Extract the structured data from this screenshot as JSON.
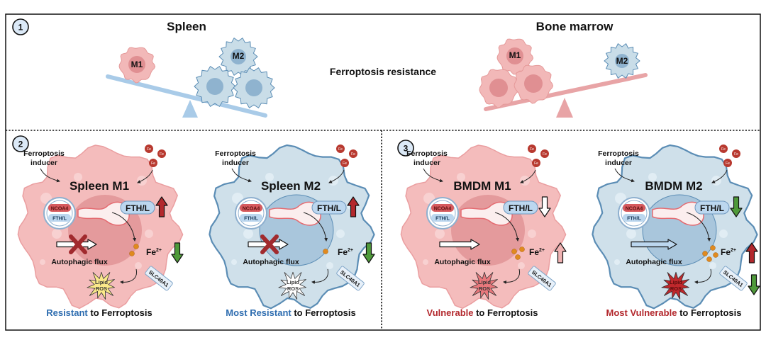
{
  "panel1": {
    "number": "1",
    "left_title": "Spleen",
    "right_title": "Bone marrow",
    "center_label": "Ferroptosis resistance",
    "left_cells": {
      "m1": "M1",
      "m2": "M2"
    },
    "right_cells": {
      "m1": "M1",
      "m2": "M2"
    }
  },
  "panel2": {
    "number": "2"
  },
  "panel3": {
    "number": "3"
  },
  "cells": [
    {
      "title": "Spleen M1",
      "type": "m1",
      "inducer": [
        "Ferroptosis",
        "inducer"
      ],
      "fe_label": "Fe",
      "ncoa4": "NCOA4",
      "fth_inner": "FTH/L",
      "fth_label": "FTH/L",
      "fth_trend": "up",
      "fth_trend_color": "red",
      "flux_label": "Autophagic flux",
      "flux_blocked": true,
      "flux_arrow": "white",
      "fe2_label": "Fe",
      "fe2_sup": "2+",
      "fe2_trend": "down",
      "fe2_trend_color": "green",
      "fe2_dots": 2,
      "slc": "SLC40A1",
      "slc_trend": null,
      "ros": [
        "Lipid",
        "ROS"
      ],
      "ros_style": "yellow",
      "verdict_emph": "Resistant",
      "verdict_rest": " to Ferroptosis",
      "verdict_color": "blue"
    },
    {
      "title": "Spleen M2",
      "type": "m2",
      "inducer": [
        "Ferroptosis",
        "inducer"
      ],
      "fe_label": "Fe",
      "ncoa4": "NCOA4",
      "fth_inner": "FTH/L",
      "fth_label": "FTH/L",
      "fth_trend": "up",
      "fth_trend_color": "red",
      "flux_label": "Autophagic flux",
      "flux_blocked": true,
      "flux_arrow": "white",
      "fe2_label": "Fe",
      "fe2_sup": "2+",
      "fe2_trend": "down",
      "fe2_trend_color": "green",
      "fe2_dots": 1,
      "slc": "SLC40A1",
      "slc_trend": null,
      "ros": [
        "Lipid",
        "ROS"
      ],
      "ros_style": "white",
      "verdict_emph": "Most Resistant",
      "verdict_rest": " to Ferroptosis",
      "verdict_color": "blue"
    },
    {
      "title": "BMDM M1",
      "type": "m1",
      "inducer": [
        "Ferroptosis",
        "inducer"
      ],
      "fe_label": "Fe",
      "ncoa4": "NCOA4",
      "fth_inner": "FTH/L",
      "fth_label": "FTH/L",
      "fth_trend": "down",
      "fth_trend_color": "white",
      "flux_label": "Autophagic flux",
      "flux_blocked": false,
      "flux_arrow": "white",
      "fe2_label": "Fe",
      "fe2_sup": "2+",
      "fe2_trend": "up",
      "fe2_trend_color": "pink",
      "fe2_dots": 3,
      "slc": "SLC40A1",
      "slc_trend": null,
      "ros": [
        "Lipid",
        "ROS"
      ],
      "ros_style": "pink",
      "verdict_emph": "Vulnerable",
      "verdict_rest": " to Ferroptosis",
      "verdict_color": "red"
    },
    {
      "title": "BMDM M2",
      "type": "m2",
      "inducer": [
        "Ferroptosis",
        "inducer"
      ],
      "fe_label": "Fe",
      "ncoa4": "NCOA4",
      "fth_inner": "FTH/L",
      "fth_label": "FTH/L",
      "fth_trend": "down",
      "fth_trend_color": "green",
      "flux_label": "Autophagic flux",
      "flux_blocked": false,
      "flux_arrow": "blue",
      "fe2_label": "Fe",
      "fe2_sup": "2+",
      "fe2_trend": "up",
      "fe2_trend_color": "red",
      "fe2_dots": 4,
      "slc": "SLC40A1",
      "slc_trend": "down",
      "slc_trend_color": "green",
      "ros": [
        "Lipid",
        "ROS"
      ],
      "ros_style": "red",
      "verdict_emph": "Most Vulnerable",
      "verdict_rest": " to Ferroptosis",
      "verdict_color": "red"
    }
  ],
  "colors": {
    "m1_fill": "#f2b8b8",
    "m1_stroke": "#e59a9a",
    "m1_nucleus": "#e08f92",
    "m2_fill": "#c9dde8",
    "m2_stroke": "#5b8db5",
    "m2_nucleus": "#8fb3cf",
    "seesaw_blue": "#a9cbe8",
    "seesaw_pink": "#e8a4a6",
    "arrow_red": "#b3282d",
    "arrow_green": "#4f9a3a",
    "arrow_pink": "#f0b2b2",
    "text_blue": "#2e6db0",
    "text_red": "#b3282d",
    "iron": "#b8392f",
    "fe2_dot": "#e08a1e",
    "fth_pill": "#bcd7ef",
    "ncoa4_pill": "#d65a5e"
  }
}
